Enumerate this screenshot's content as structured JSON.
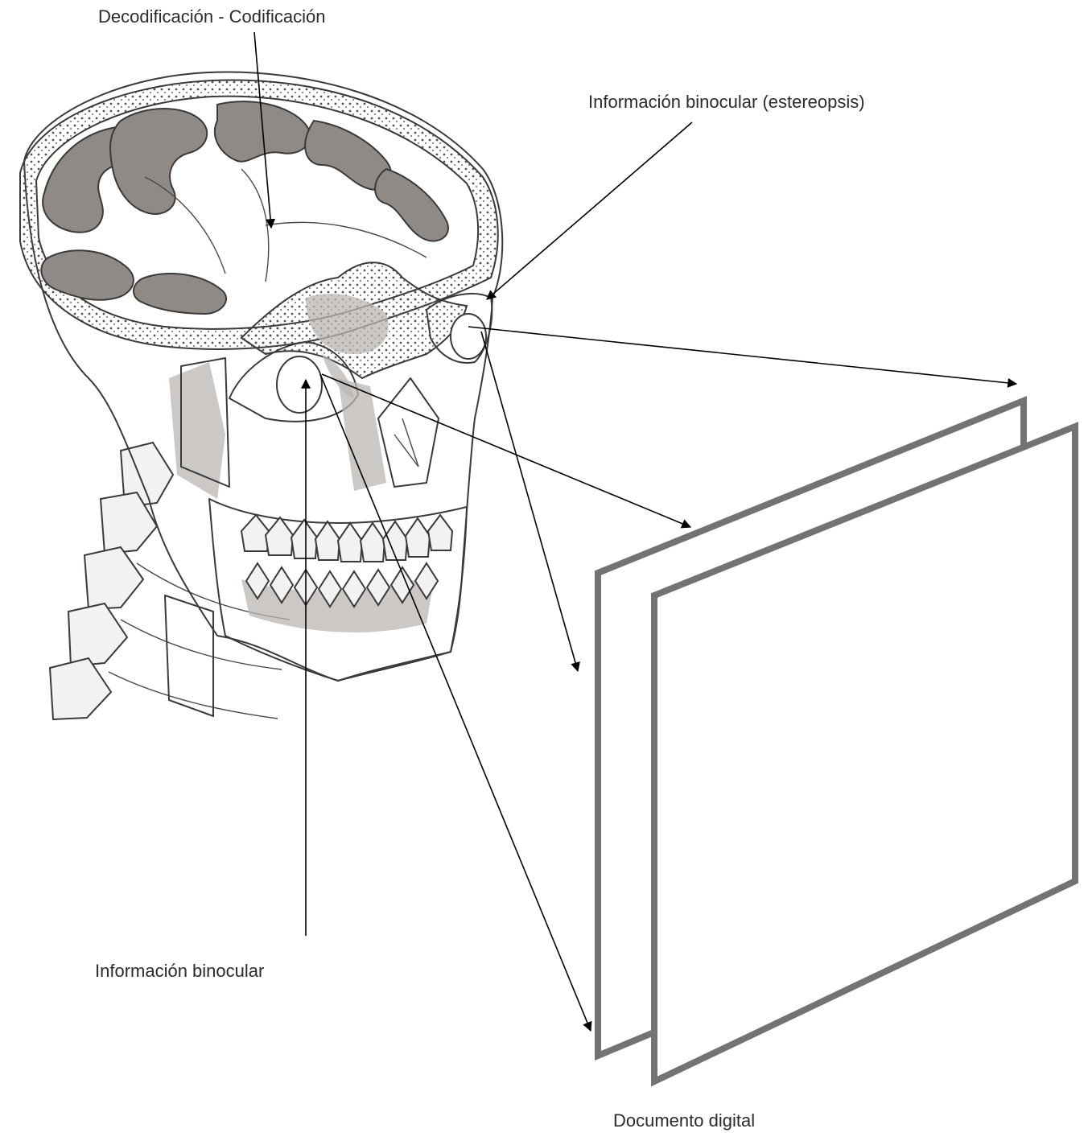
{
  "labels": {
    "decode": "Decodificación - Codificación",
    "stereopsis": "Información binocular (estereopsis)",
    "binocular": "Información binocular",
    "document": "Documento digital"
  }
}
